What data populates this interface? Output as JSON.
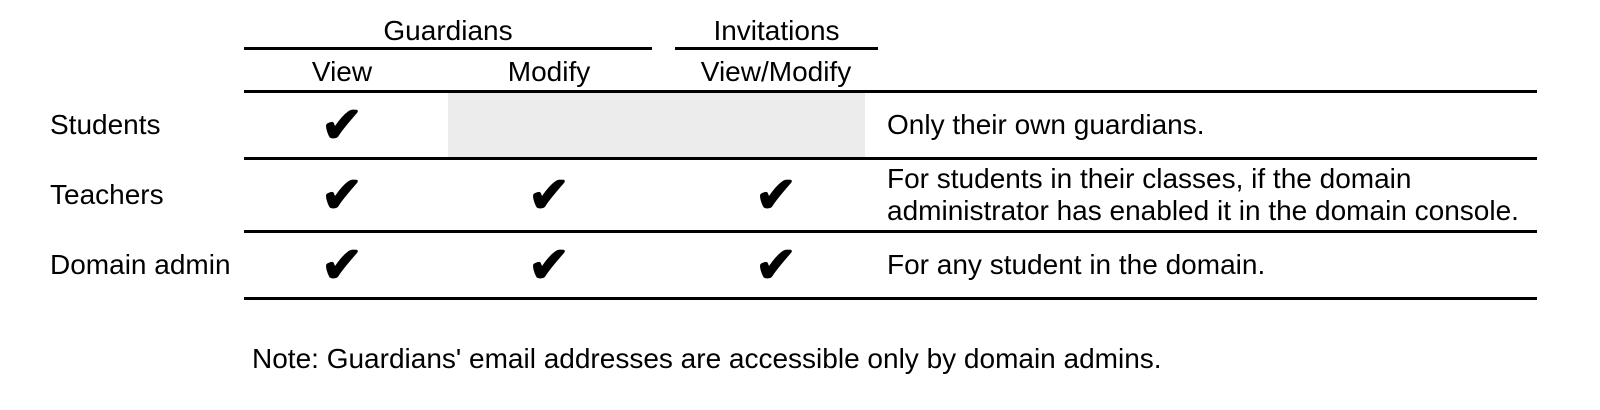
{
  "table": {
    "groups": [
      {
        "label": "Guardians",
        "columns": [
          "View",
          "Modify"
        ]
      },
      {
        "label": "Invitations",
        "columns": [
          "View/Modify"
        ]
      }
    ],
    "columns": [
      "View",
      "Modify",
      "View/Modify"
    ],
    "check_icon": "✔",
    "rows": [
      {
        "role": "Students",
        "cells": [
          "✔",
          "",
          ""
        ],
        "shaded_cells": [
          "Modify",
          "View/Modify"
        ],
        "note": "Only their own guardians."
      },
      {
        "role": "Teachers",
        "cells": [
          "✔",
          "✔",
          "✔"
        ],
        "shaded_cells": [],
        "note": "For students in their classes, if the domain administrator has enabled it in the domain console."
      },
      {
        "role": "Domain admin",
        "cells": [
          "✔",
          "✔",
          "✔"
        ],
        "shaded_cells": [],
        "note": "For any student in the domain."
      }
    ]
  },
  "footnote": "Note: Guardians' email addresses are accessible only by domain admins.",
  "colors": {
    "text": "#000000",
    "rule": "#000000",
    "disabled_cell_bg": "#ececec",
    "background": "#ffffff"
  }
}
